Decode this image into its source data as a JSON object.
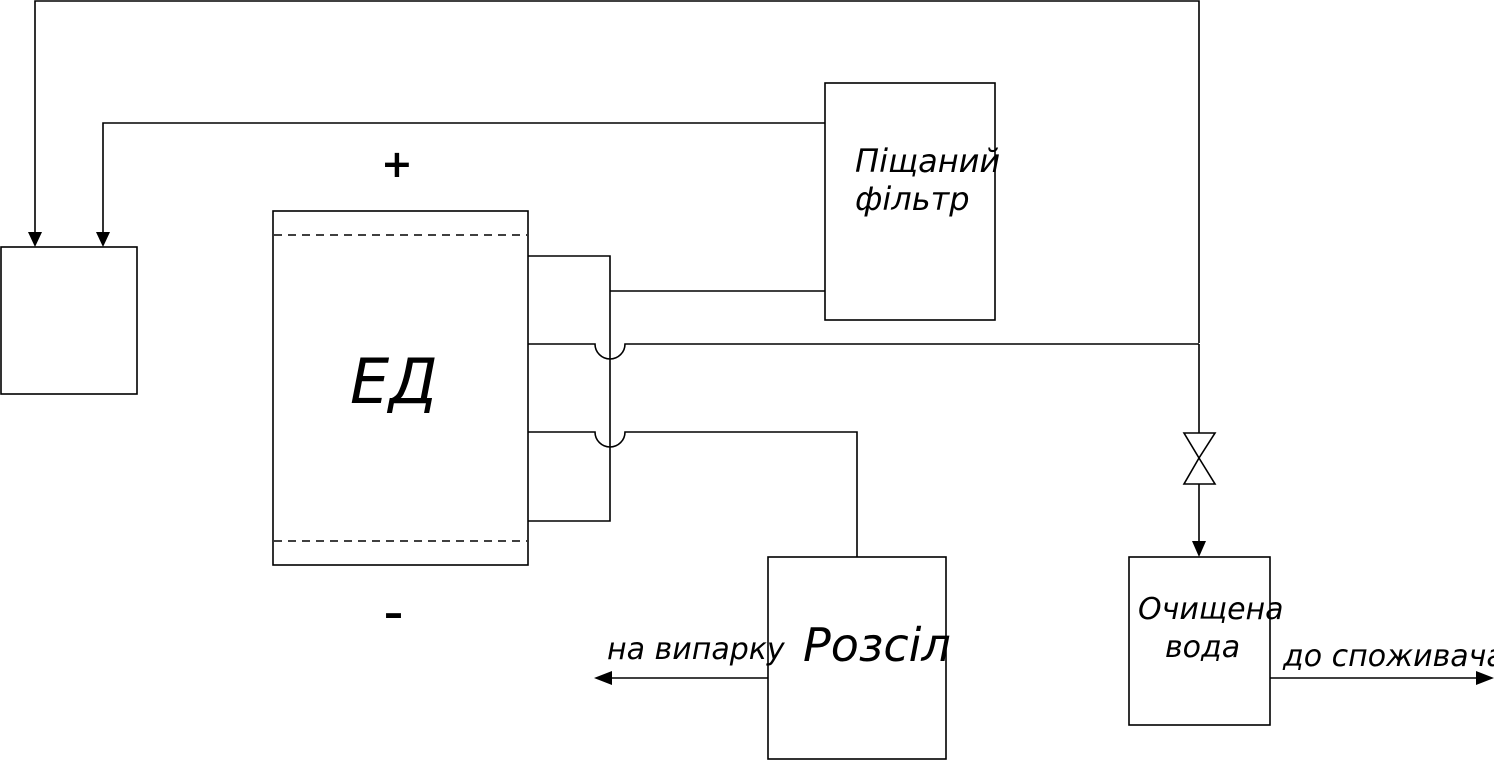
{
  "labels": {
    "sand_filter": [
      "Піщаний",
      "фільтр"
    ],
    "ed": "ЕД",
    "plus": "+",
    "minus": "–",
    "separation": "Розсіл",
    "purified_water": [
      "Очищена",
      "вода"
    ],
    "to_evaporation": "на випарку",
    "to_consumer": "до споживача"
  },
  "colors": {
    "stroke": "#000000",
    "background": "#ffffff"
  }
}
